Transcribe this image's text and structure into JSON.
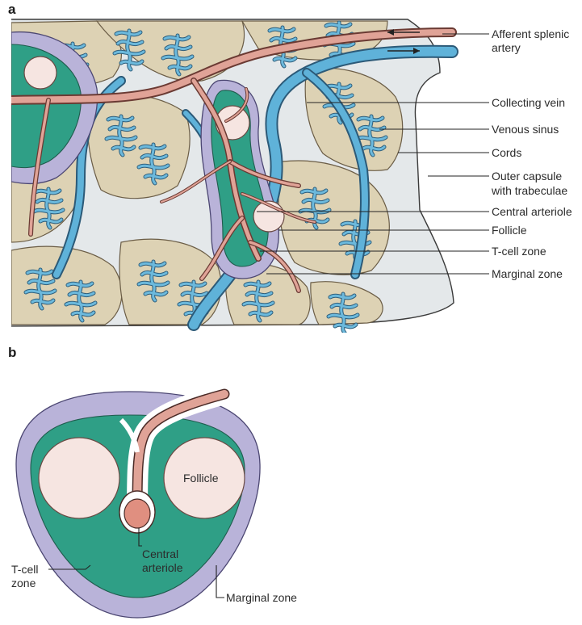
{
  "panel_a": {
    "label": "a",
    "labels": {
      "afferent_artery": [
        "Afferent splenic",
        "artery"
      ],
      "collecting_vein": "Collecting vein",
      "venous_sinus": "Venous sinus",
      "cords": "Cords",
      "outer_capsule": [
        "Outer capsule",
        "with trabeculae"
      ],
      "central_arteriole": "Central arteriole",
      "follicle": "Follicle",
      "t_cell_zone": "T-cell zone",
      "marginal_zone": "Marginal zone"
    }
  },
  "panel_b": {
    "label": "b",
    "labels": {
      "follicle": "Follicle",
      "central_arteriole": [
        "Central",
        "arteriole"
      ],
      "t_cell_zone": [
        "T-cell",
        "zone"
      ],
      "marginal_zone": "Marginal zone"
    }
  },
  "colors": {
    "capsule": "#e4e8ea",
    "cords": "#ddd2b4",
    "venous_sinus": "#6cb9dc",
    "artery": "#e0a397",
    "marginal_zone": "#b9b3d9",
    "t_cell_zone": "#2f9f86",
    "follicle": "#f6e5e1"
  }
}
